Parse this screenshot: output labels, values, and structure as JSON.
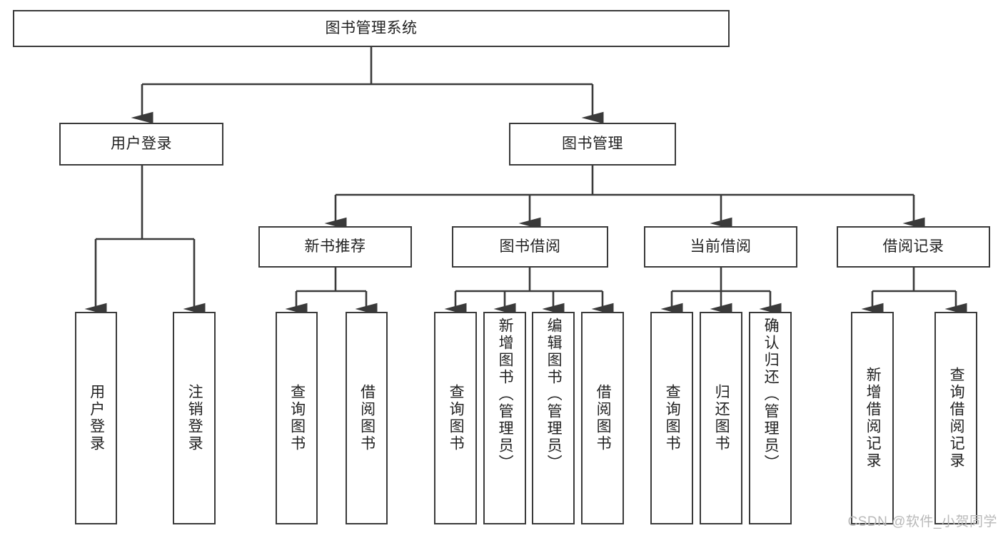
{
  "diagram": {
    "type": "tree-hierarchy",
    "title": "图书管理系统",
    "watermark": "CSDN @软件_小贺同学",
    "colors": {
      "box_border": "#3a3a3a",
      "box_fill": "#ffffff",
      "connector": "#3a3a3a",
      "text": "#222222",
      "watermark": "#b9b9b9"
    },
    "root": {
      "label": "图书管理系统"
    },
    "level2": [
      {
        "id": "user-login",
        "label": "用户登录"
      },
      {
        "id": "book-manage",
        "label": "图书管理"
      }
    ],
    "level3": [
      {
        "id": "new-book-rec",
        "label": "新书推荐"
      },
      {
        "id": "book-borrow",
        "label": "图书借阅"
      },
      {
        "id": "current-borrow",
        "label": "当前借阅"
      },
      {
        "id": "borrow-record",
        "label": "借阅记录"
      }
    ],
    "leaves": {
      "user_login": [
        {
          "id": "leaf-user-login",
          "label": "用户登录"
        },
        {
          "id": "leaf-user-logout",
          "label": "注销登录"
        }
      ],
      "new_book_rec": [
        {
          "id": "leaf-query-book-1",
          "label": "查询图书"
        },
        {
          "id": "leaf-borrow-book-1",
          "label": "借阅图书"
        }
      ],
      "book_borrow": [
        {
          "id": "leaf-query-book-2",
          "label": "查询图书"
        },
        {
          "id": "leaf-add-book",
          "label": "新增图书（管理员）"
        },
        {
          "id": "leaf-edit-book",
          "label": "编辑图书（管理员）"
        },
        {
          "id": "leaf-borrow-book-2",
          "label": "借阅图书"
        }
      ],
      "current_borrow": [
        {
          "id": "leaf-query-book-3",
          "label": "查询图书"
        },
        {
          "id": "leaf-return-book",
          "label": "归还图书"
        },
        {
          "id": "leaf-confirm-return",
          "label": "确认归还（管理员）"
        }
      ],
      "borrow_record": [
        {
          "id": "leaf-add-record",
          "label": "新增借阅记录"
        },
        {
          "id": "leaf-query-record",
          "label": "查询借阅记录"
        }
      ]
    }
  }
}
